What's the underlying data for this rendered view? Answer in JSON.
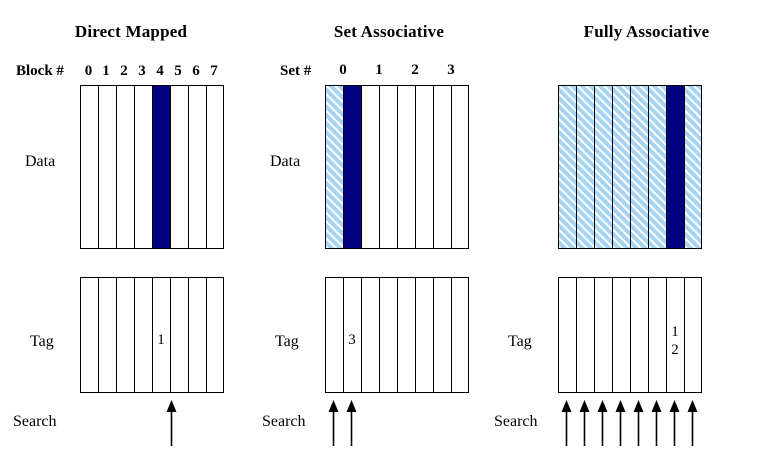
{
  "figure": {
    "colors": {
      "filled_block": "#000080",
      "hatched_block": "#a6d4f2",
      "outline": "#000000",
      "background": "#ffffff"
    },
    "row_labels": {
      "data": "Data",
      "tag": "Tag",
      "search": "Search"
    }
  },
  "panels": [
    {
      "id": "direct-mapped",
      "title": "Direct Mapped",
      "index_label": "Block #",
      "index_values": [
        "0",
        "1",
        "2",
        "3",
        "4",
        "5",
        "6",
        "7"
      ],
      "data_cells": 8,
      "filled_cells": [
        4
      ],
      "hatched_cells": [],
      "tag_cells": 8,
      "tag_texts": [
        {
          "cell": 4,
          "lines": [
            "1"
          ]
        }
      ],
      "search_arrows": [
        4
      ]
    },
    {
      "id": "set-associative",
      "title": "Set Associative",
      "index_label": "Set #",
      "index_values": [
        "0",
        "1",
        "2",
        "3"
      ],
      "data_cells": 8,
      "filled_cells": [
        1
      ],
      "hatched_cells": [
        0
      ],
      "tag_cells": 8,
      "tag_texts": [
        {
          "cell": 1,
          "lines": [
            "3"
          ]
        }
      ],
      "search_arrows": [
        0,
        1
      ]
    },
    {
      "id": "fully-associative",
      "title": "Fully Associative",
      "index_label": "",
      "index_values": [],
      "data_cells": 8,
      "filled_cells": [
        6
      ],
      "hatched_cells": [
        0,
        1,
        2,
        3,
        4,
        5,
        7
      ],
      "tag_cells": 8,
      "tag_texts": [
        {
          "cell": 6,
          "lines": [
            "1",
            "2"
          ]
        }
      ],
      "search_arrows": [
        0,
        1,
        2,
        3,
        4,
        5,
        6,
        7
      ]
    }
  ]
}
